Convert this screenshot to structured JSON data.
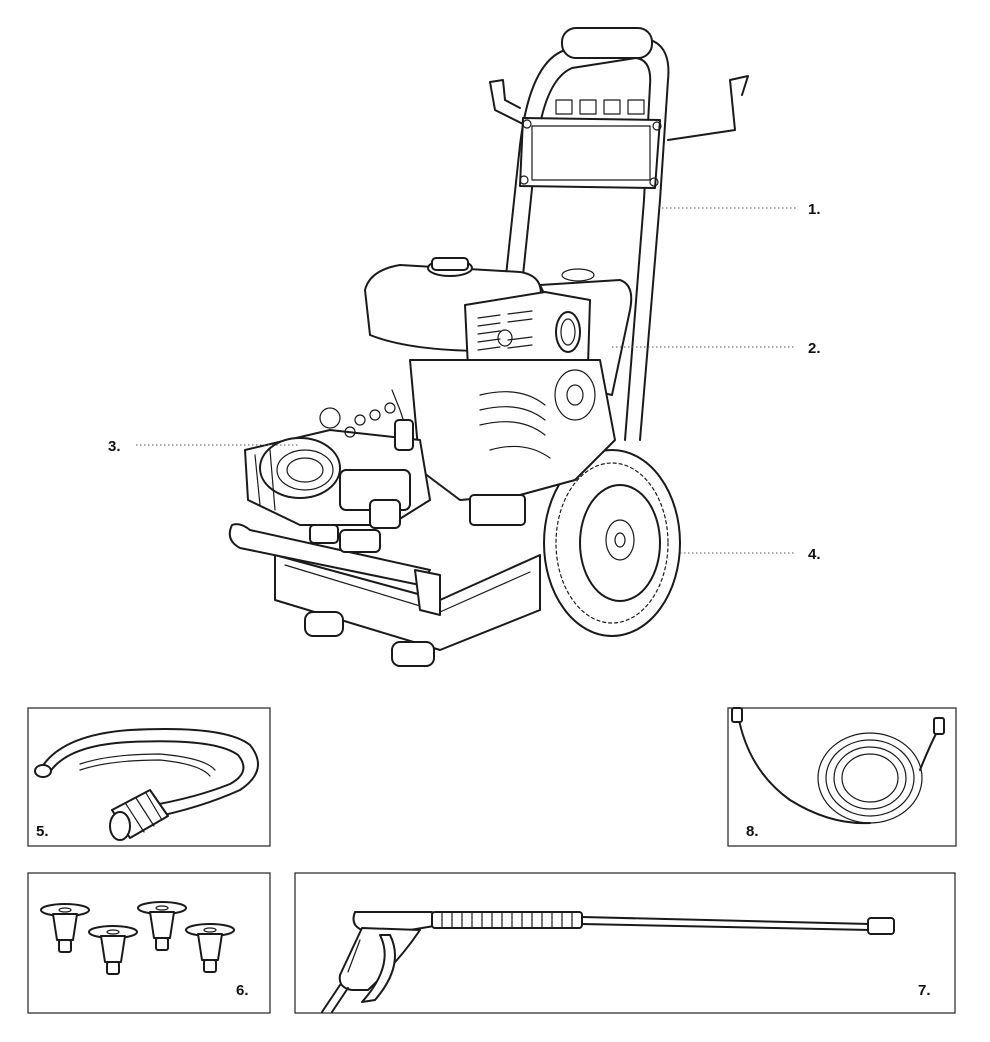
{
  "diagram": {
    "main_unit_callouts": [
      "1.",
      "2.",
      "3.",
      "4."
    ],
    "accessory_callouts": [
      "5.",
      "6.",
      "7.",
      "8."
    ],
    "colors": {
      "line": "#1a1a1a",
      "background": "#ffffff",
      "leader": "#555555"
    }
  }
}
